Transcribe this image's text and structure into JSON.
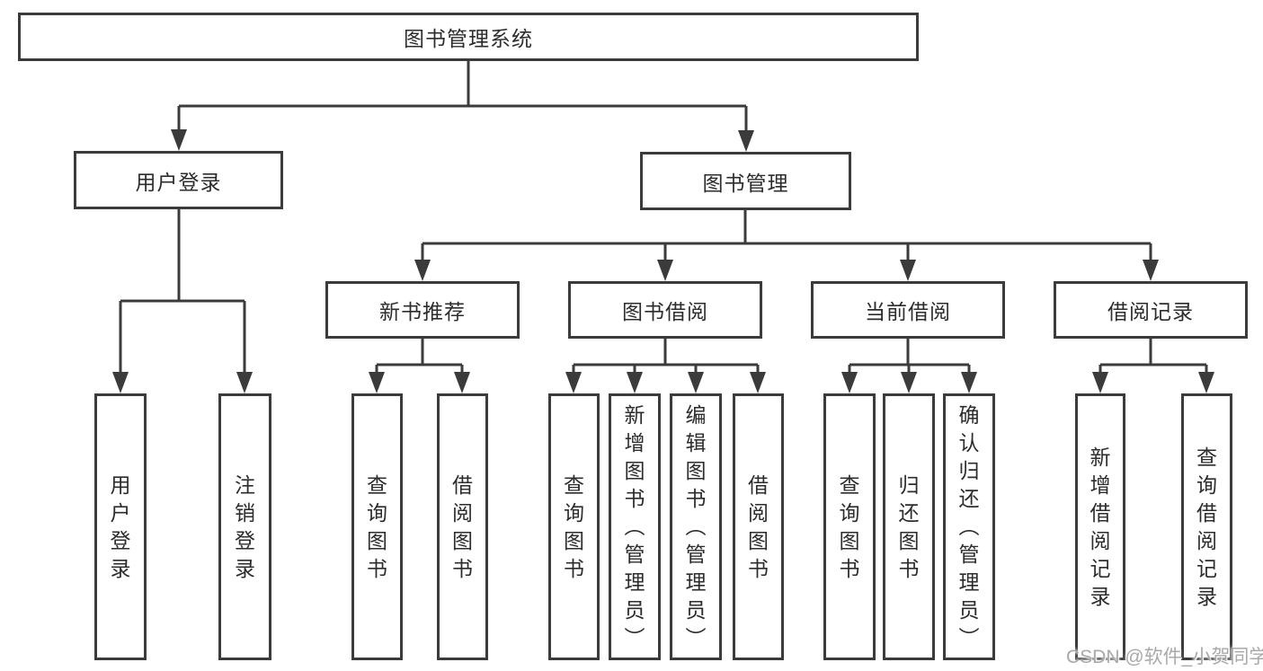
{
  "diagram": {
    "root": {
      "label": "图书管理系统"
    },
    "branches": [
      {
        "label": "用户登录",
        "leaves": [
          {
            "label": "用户登录"
          },
          {
            "label": "注销登录"
          }
        ]
      },
      {
        "label": "图书管理",
        "groups": [
          {
            "label": "新书推荐",
            "leaves": [
              {
                "label": "查询图书"
              },
              {
                "label": "借阅图书"
              }
            ]
          },
          {
            "label": "图书借阅",
            "leaves": [
              {
                "label": "查询图书"
              },
              {
                "label": "新增图书（管理员）"
              },
              {
                "label": "编辑图书（管理员）"
              },
              {
                "label": "借阅图书"
              }
            ]
          },
          {
            "label": "当前借阅",
            "leaves": [
              {
                "label": "查询图书"
              },
              {
                "label": "归还图书"
              },
              {
                "label": "确认归还（管理员）"
              }
            ]
          },
          {
            "label": "借阅记录",
            "leaves": [
              {
                "label": "新增借阅记录"
              },
              {
                "label": "查询借阅记录"
              }
            ]
          }
        ]
      }
    ]
  },
  "watermark": {
    "text": "CSDN @软件_小贺同学"
  },
  "colors": {
    "line": "#3b3b3b",
    "text": "#2c2c2c",
    "background": "#ffffff",
    "watermark": "#a9a9a9"
  }
}
